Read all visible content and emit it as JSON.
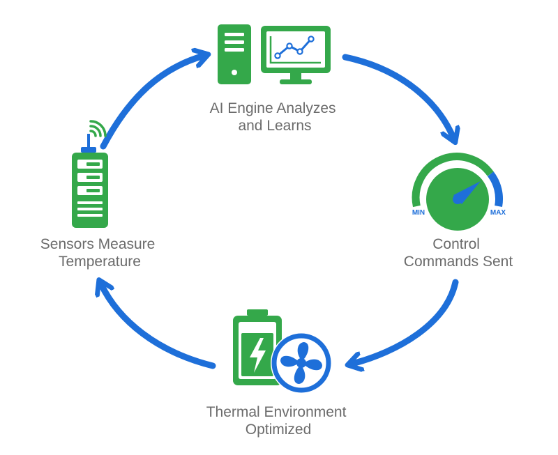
{
  "colors": {
    "green": "#34a84a",
    "dark_green": "#218a3a",
    "blue": "#1e6fd9",
    "text_gray": "#6b6b6b"
  },
  "steps": [
    {
      "id": "ai-engine",
      "icon": "server-monitor-chart-icon",
      "label_lines": [
        "AI Engine Analyzes",
        "and Learns"
      ]
    },
    {
      "id": "control",
      "icon": "gauge-icon",
      "label_lines": [
        "Control",
        "Commands Sent"
      ],
      "gauge": {
        "min_label": "MIN",
        "max_label": "MAX"
      }
    },
    {
      "id": "thermal",
      "icon": "battery-fan-icon",
      "label_lines": [
        "Thermal Environment",
        "Optimized"
      ]
    },
    {
      "id": "sensors",
      "icon": "sensor-rack-icon",
      "label_lines": [
        "Sensors Measure",
        "Temperature"
      ]
    }
  ],
  "arrows": [
    {
      "from": "sensors",
      "to": "ai-engine"
    },
    {
      "from": "ai-engine",
      "to": "control"
    },
    {
      "from": "control",
      "to": "thermal"
    },
    {
      "from": "thermal",
      "to": "sensors"
    }
  ]
}
